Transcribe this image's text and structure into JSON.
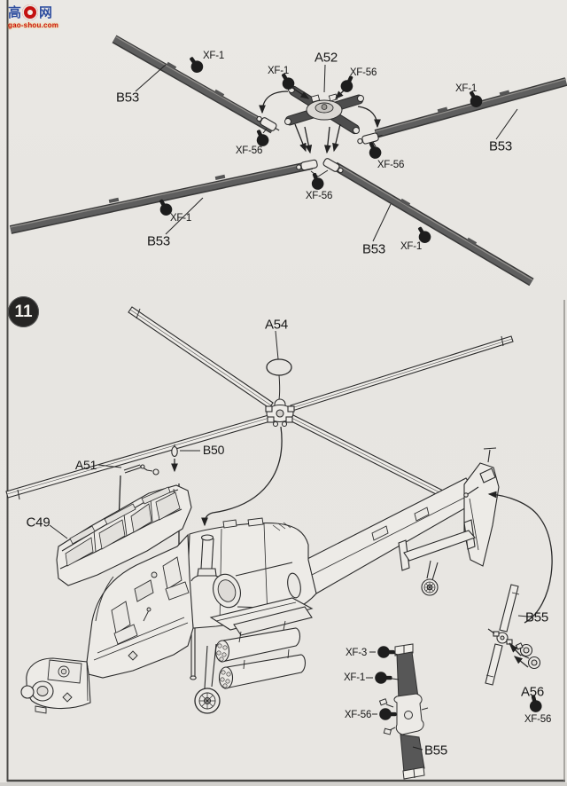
{
  "watermark": {
    "char_left": "高",
    "char_right": "网",
    "url": "gao-shou.com"
  },
  "step_badge": {
    "number": "11"
  },
  "parts": {
    "a51": "A51",
    "a52": "A52",
    "a54": "A54",
    "a56": "A56",
    "b50": "B50",
    "b53": "B53",
    "b55": "B55",
    "c49": "C49"
  },
  "paints": {
    "xf1": "XF-1",
    "xf3": "XF-3",
    "xf56": "XF-56"
  },
  "colors": {
    "paper": "#e8e6e2",
    "ink": "#222222",
    "blade_dark": "#595959",
    "watermark_blue": "#2f4e9e",
    "watermark_red": "#cd1312"
  }
}
